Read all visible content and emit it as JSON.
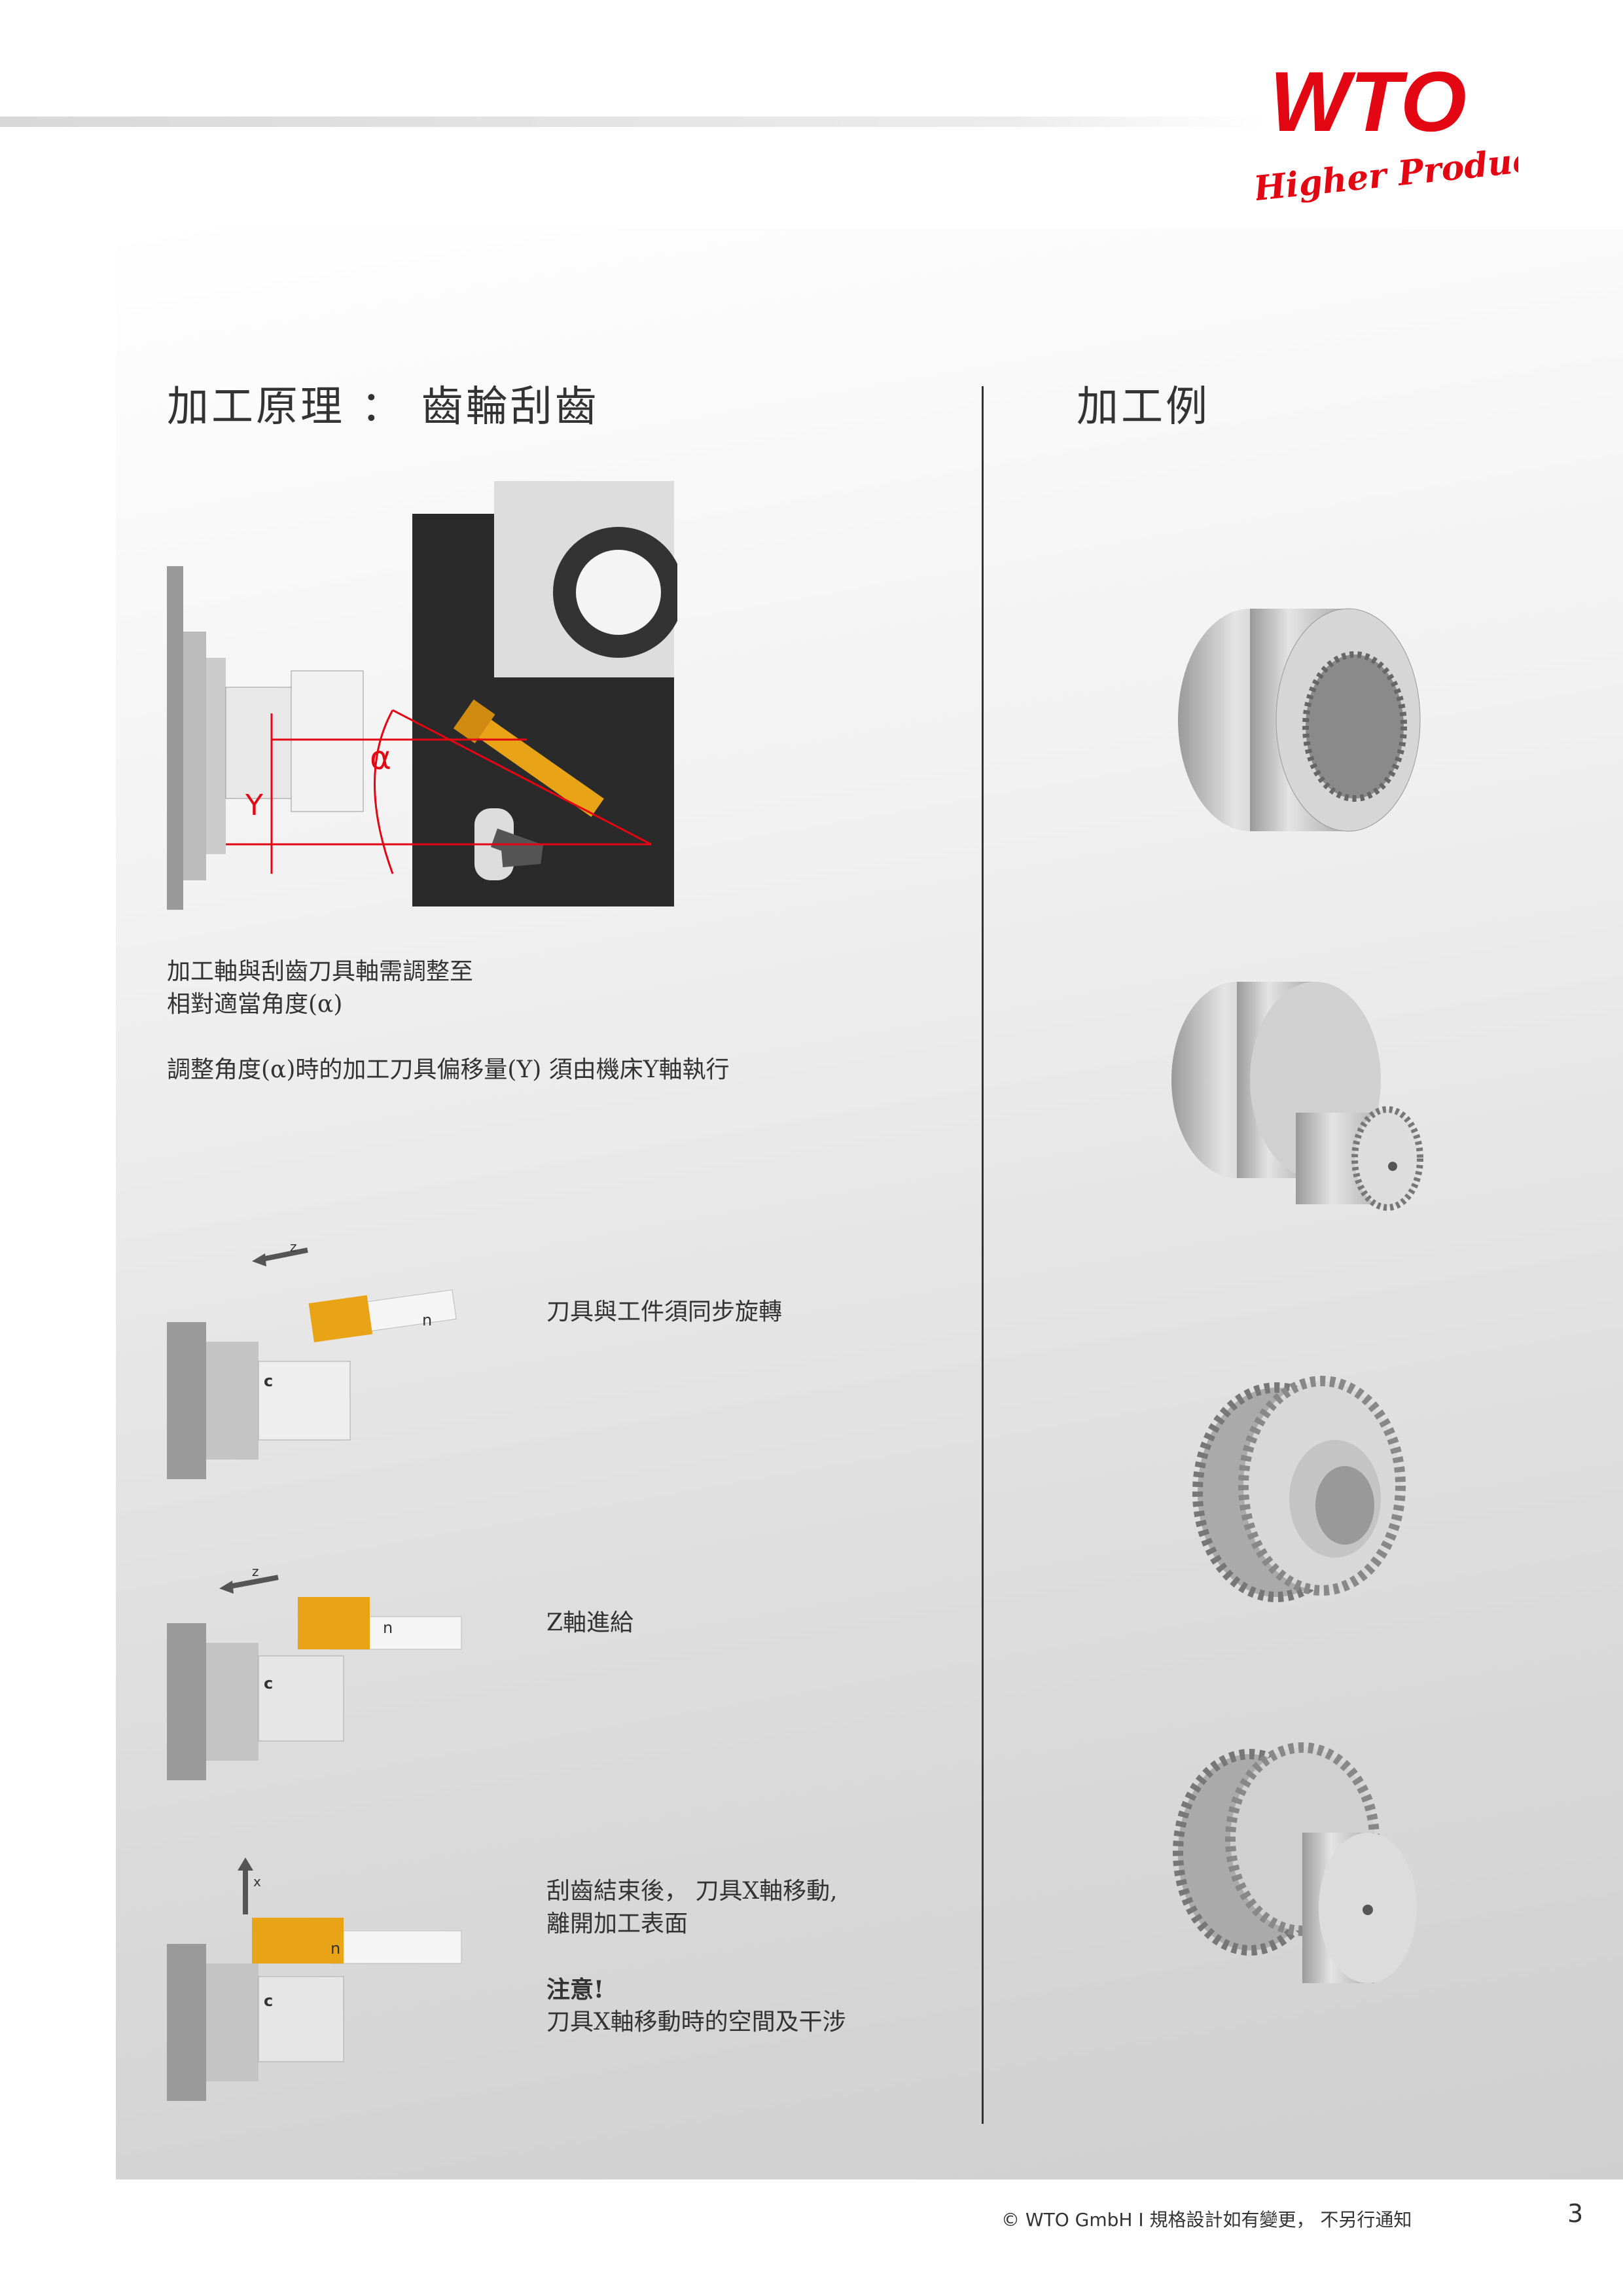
{
  "header": {
    "logo_text": "WTO",
    "logo_tagline": "Higher Productivity"
  },
  "left": {
    "title": "加工原理 ： 齒輪刮齒",
    "diagram_labels": {
      "alpha": "α",
      "y": "Y"
    },
    "para1_line1": "加工軸與刮齒刀具軸需調整至",
    "para1_line2": "相對適當角度(α)",
    "para2": "調整角度(α)時的加工刀具偏移量(Y) 須由機床Y軸執行",
    "steps": [
      {
        "text": "刀具與工件須同步旋轉",
        "labels": {
          "axis": "z",
          "c": "c",
          "n": "n"
        }
      },
      {
        "text": "Z軸進給",
        "labels": {
          "axis": "z",
          "c": "c",
          "n": "n"
        }
      },
      {
        "text_line1": "刮齒結束後， 刀具X軸移動,",
        "text_line2": "離開加工表面",
        "note_title": "注意!",
        "note": "刀具X軸移動時的空間及干涉",
        "labels": {
          "axis": "x",
          "c": "c",
          "n": "n"
        }
      }
    ]
  },
  "right": {
    "title": "加工例"
  },
  "footer": {
    "copyright": "© WTO GmbH I 規格設計如有變更， 不另行通知",
    "page": "3"
  },
  "colors": {
    "brand": "#e30613",
    "tool": "#e8a317",
    "guide": "#e30613"
  }
}
